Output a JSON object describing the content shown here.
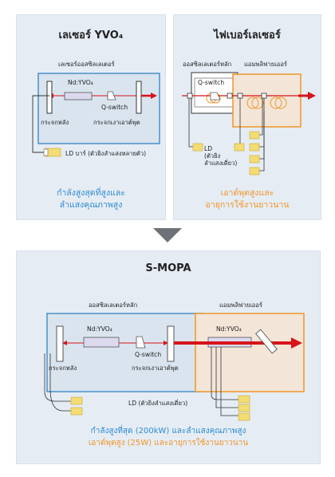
{
  "yvo4_panel": {
    "title": "เลเซอร์ YVO₄",
    "oscillator_label": "เลเซอร์ออสซิลเลเตอร์",
    "crystal_label": "Nd:YVO₄",
    "qswitch_label": "Q-switch",
    "rear_mirror_label": "กระจกหลัง",
    "output_mirror_label": "กระจกเงาเอาต์พุต",
    "ld_label": "LD บาร์ (ตัวยิงลำแสงหลายตัว)",
    "note_lines": [
      "กำลังสูงสุดที่สูงและ",
      "ลำแสงคุณภาพสูง"
    ]
  },
  "fiber_panel": {
    "title": "ไฟเบอร์เลเซอร์",
    "oscillator_label": "ออสซิลเลเตอร์หลัก",
    "amplifier_label": "แอมพลิฟายเออร์",
    "qswitch_label": "Q-switch",
    "ld_label_lines": [
      "LD",
      "(ตัวยิง",
      "ลำแสงเดี่ยว)"
    ],
    "note_lines": [
      "เอาต์พุตสูงและ",
      "อายุการใช้งานยาวนาน"
    ]
  },
  "smopa_panel": {
    "title": "S-MOPA",
    "oscillator_label": "ออสซิลเลเตอร์หลัก",
    "amplifier_label": "แอมพลิฟายเออร์",
    "crystal_label": "Nd:YVO₄",
    "amp_crystal_label": "Nd:YVO₄",
    "qswitch_label": "Q-switch",
    "rear_mirror_label": "กระจกหลัง",
    "output_mirror_label": "กระจกเงาเอาต์พุต",
    "ld_label": "LD (ตัวยิงลำแสงเดี่ยว)",
    "note_line_1": "กำลังสูงที่สุด (200kW) และลำแสงคุณภาพสูง",
    "note_line_2": "เอาต์พุตสูง (25W) และอายุการใช้งานยาวนาน"
  },
  "colors": {
    "panel_bg": "#e5ecf4",
    "oscillator_border": "#4a90c8",
    "amplifier_border": "#f0962a",
    "beam": "#d6141a",
    "ld_chip": "#f3dc74",
    "note_blue": "#2d8bd0",
    "note_orange": "#f0962a",
    "arrow_gray": "#6d7278"
  }
}
